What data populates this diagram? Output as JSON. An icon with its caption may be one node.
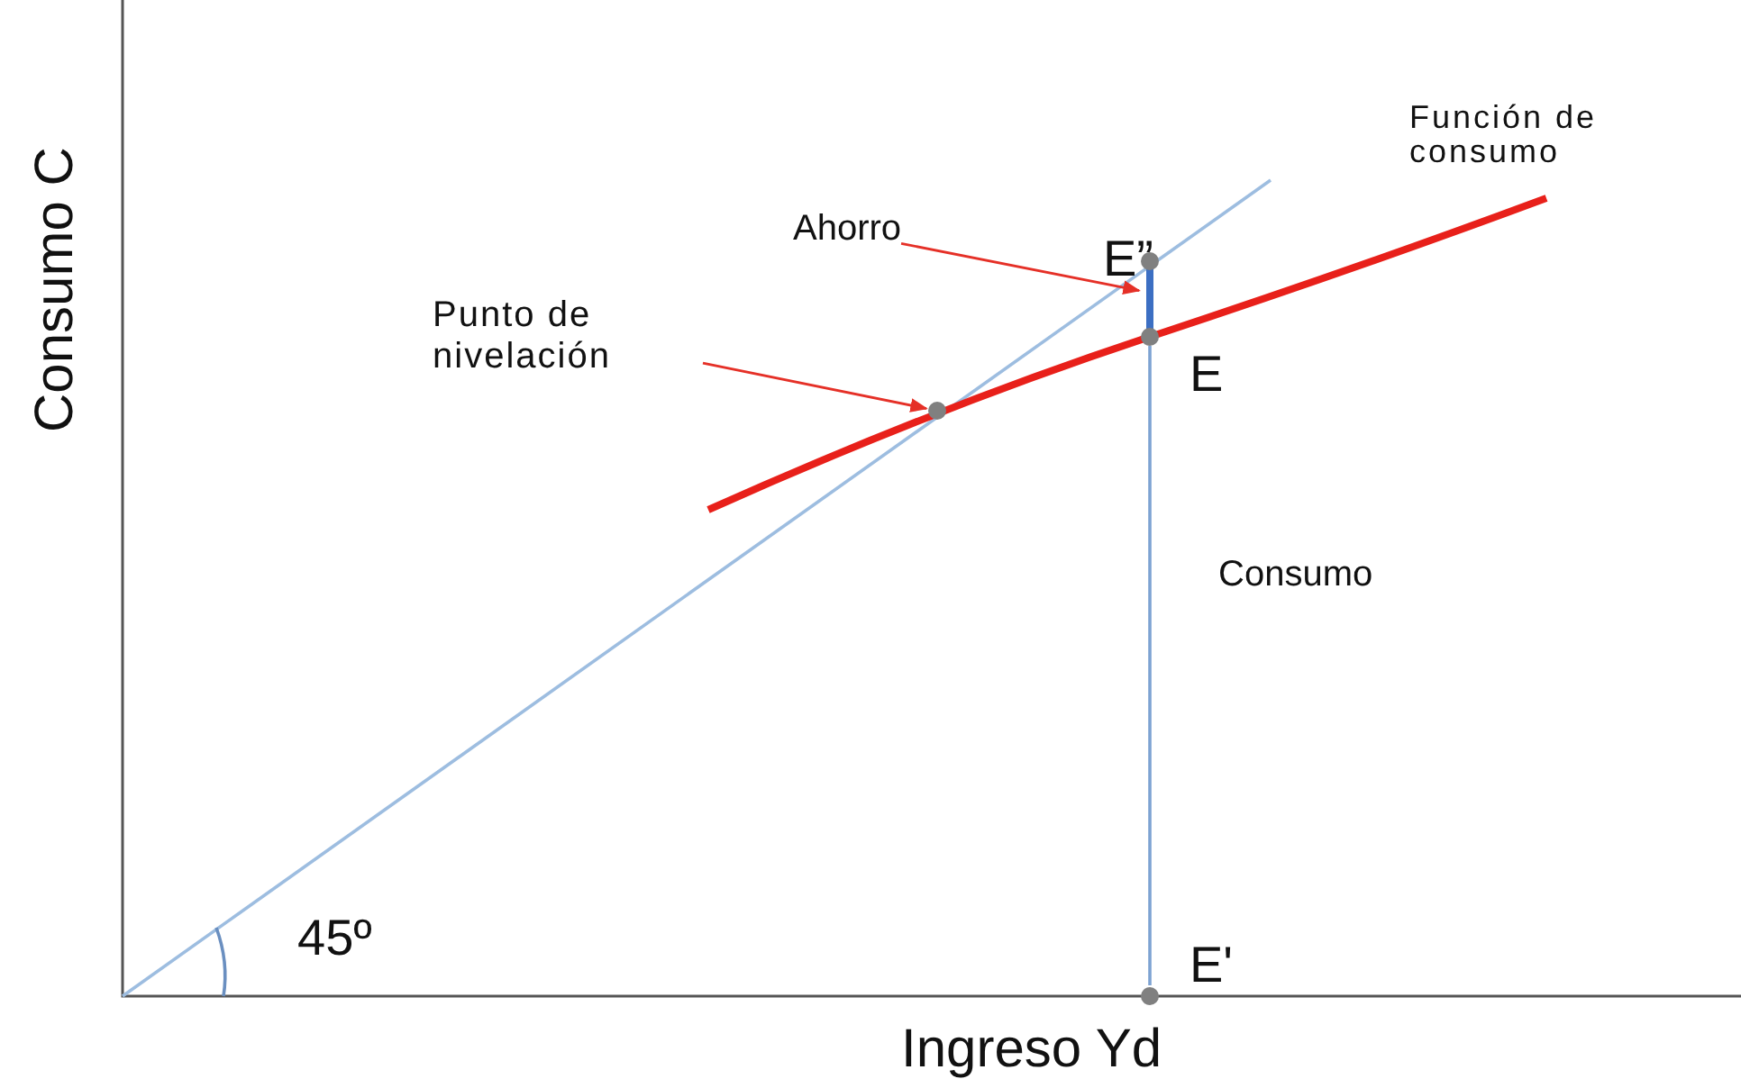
{
  "diagram": {
    "nodes": [
      {
        "text": [
          "Punto de nivelación"
        ]
      },
      {
        "text": [],
        "shape": "circle"
      },
      {
        "text": [
          "Ahorro"
        ]
      },
      {
        "text": [],
        "shape": "bar",
        "beside": [
          "E”"
        ]
      },
      {
        "text": [],
        "shape": "circle",
        "beside": [
          "E"
        ]
      },
      {
        "text": [],
        "shape": "circle",
        "beside": [
          "E'"
        ]
      }
    ],
    "edges": [
      {
        "from": 0,
        "to": 1,
        "arrow": "to"
      },
      {
        "from": 2,
        "to": 3,
        "arrow": "to"
      },
      {
        "from": 4,
        "to": 5,
        "arrow": "none",
        "color": "#7ea3d3"
      }
    ],
    "labels": [
      "Consumo C",
      "Ingreso Yd",
      "45º",
      "Consumo",
      "Función de consumo"
    ]
  }
}
